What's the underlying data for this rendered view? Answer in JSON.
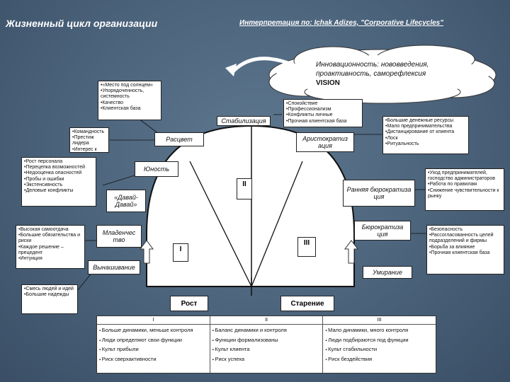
{
  "header": {
    "title": "Жизненный цикл организации",
    "subtitle": "Интерпретация по: Ichak Adizes, \"Corporative Lifecycles\""
  },
  "cloud": {
    "line1": "Инновационность: нововведения,",
    "line2": "проактивность, саморефлексия",
    "line3": "VISION"
  },
  "stages": {
    "courtship": "Вынашивание",
    "infancy": "Младенчес тво",
    "gogo": "«Давай-Давай»",
    "adolescence": "Юность",
    "prime": "Расцвет",
    "stable": "Стабилизация",
    "aristocracy": "Аристократиз ация",
    "early_bureaucracy": "Ранняя бюрократиза ция",
    "bureaucracy": "Бюрократиза ция",
    "death": "Умирание"
  },
  "roman": {
    "one": "I",
    "two": "II",
    "three": "III"
  },
  "phases": {
    "growth": "Рост",
    "aging": "Старение"
  },
  "boxes": {
    "courtship": [
      "Смесь людей и идей",
      "Большие надежды"
    ],
    "infancy": [
      "Высокая самоотдача",
      "Большие обязательства и риски",
      "Каждое решение – прецедент",
      "Интуиция"
    ],
    "gogo": [
      "Рост персонала",
      "Перецепка возможностей",
      "Недооценка опасностей",
      "Пробы и ошибки",
      "Экстенсивность",
      "Деловые конфликты"
    ],
    "adolescence": [
      "Командность",
      "Престиж лидера",
      "Интерес к новому"
    ],
    "prime": [
      "«Место под солнцем»",
      "Упорядоченность, системность",
      "Качество",
      "Клиентская база"
    ],
    "stable": [
      "Спокойствие",
      "Профессионализм",
      "Конфликты личные",
      "Прочная клиентская база"
    ],
    "aristocracy": [
      "Большие денежные ресурсы",
      "Мало предпринимательства",
      "Дистанцирование от клиента",
      "Лоск",
      "Ритуальность"
    ],
    "early_bureaucracy": [
      "Уход предпринимателей, господство администраторов",
      "Работа по правилам",
      "Снижение чувствительности к рынку"
    ],
    "bureaucracy": [
      "Безопасность",
      "Рассогласованность целей подразделений и фирмы",
      "Борьба за влияние",
      "Прочная клиентская база"
    ]
  },
  "table": {
    "headers": [
      "I",
      "II",
      "III"
    ],
    "columns": [
      [
        "Больше динамики, меньше контроля",
        "Люди определяют свои функции",
        "Культ прибыли",
        "Риск сверхактивности"
      ],
      [
        "Баланс динамики и контроля",
        "Функции формализованы",
        "Культ клиента",
        "Риск успеха"
      ],
      [
        "Мало динамики, много контроля",
        "Люди подбираются под функции",
        "Культ стабильности",
        "Риск бездействия"
      ]
    ]
  }
}
